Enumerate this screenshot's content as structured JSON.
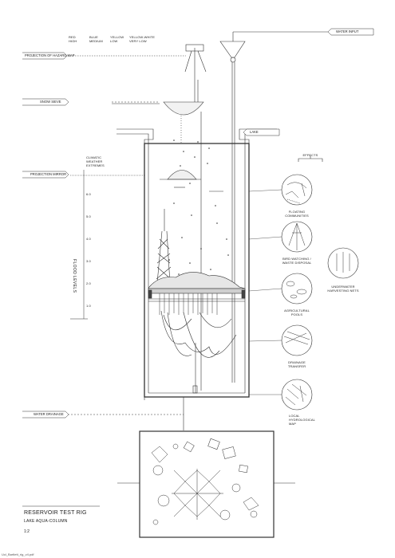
{
  "title_block": {
    "title": "RESERVOIR TEST RIG",
    "subtitle": "LAKE AQUA-COLUMN",
    "scale": "1:2"
  },
  "footer": {
    "file_name": "Ucl_Bartlett_rig_v4.pdf"
  },
  "top_legend": {
    "columns": [
      {
        "line1": "RED",
        "line2": "HIGH"
      },
      {
        "line1": "BLUE",
        "line2": "MEDIUM"
      },
      {
        "line1": "YELLOW",
        "line2": "LOW"
      },
      {
        "line1": "YELLOW-WHITE",
        "line2": "VERY LOW"
      }
    ]
  },
  "left_tags": {
    "hazard_map": "PROJECTION OF HAZARD MAP",
    "snow_sieve": "SNOW SIEVE",
    "projection_mirror": "PROJECTION MIRROR",
    "water_drainage": "WATER DRAINAGE"
  },
  "right_tags": {
    "water_input": "WATER INPUT",
    "lake": "LAKE"
  },
  "climatic": [
    "CLIMATIC",
    "WEATHER",
    "EXTREMES"
  ],
  "flood_levels": {
    "label": "FLOOD LEVELS",
    "values": [
      "6.0",
      "5.0",
      "4.0",
      "3.0",
      "2.0",
      "1.0"
    ]
  },
  "effects": {
    "heading": "EFFECTS",
    "items": [
      {
        "name": "floating",
        "lines": [
          "FLOATING",
          "COMMUNITIES"
        ]
      },
      {
        "name": "bird",
        "lines": [
          "BIRD WATCHING /",
          "WASTE DISPOSAL"
        ]
      },
      {
        "name": "agricultural",
        "lines": [
          "AGRICULTURAL",
          "POOLS"
        ]
      },
      {
        "name": "drainage",
        "lines": [
          "DRAINAGE",
          "TRANSFER"
        ]
      },
      {
        "name": "hydrological",
        "lines": [
          "LOCAL",
          "HYDROLOGICAL",
          "MAP"
        ]
      }
    ],
    "nets": [
      "UNDERWATER",
      "HARVESTING NETS"
    ]
  }
}
